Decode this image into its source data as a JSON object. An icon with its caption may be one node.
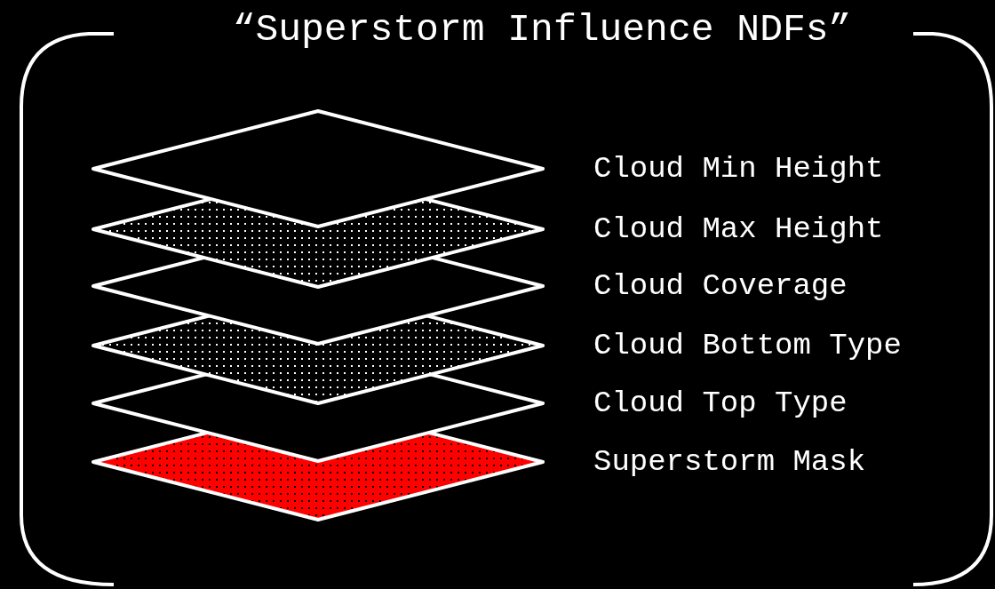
{
  "diagram": {
    "title": "“Superstorm Influence NDFs”",
    "labels": [
      "Cloud Min Height",
      "Cloud Max Height",
      "Cloud Coverage",
      "Cloud Bottom Type",
      "Cloud Top Type",
      "Superstorm Mask"
    ]
  }
}
